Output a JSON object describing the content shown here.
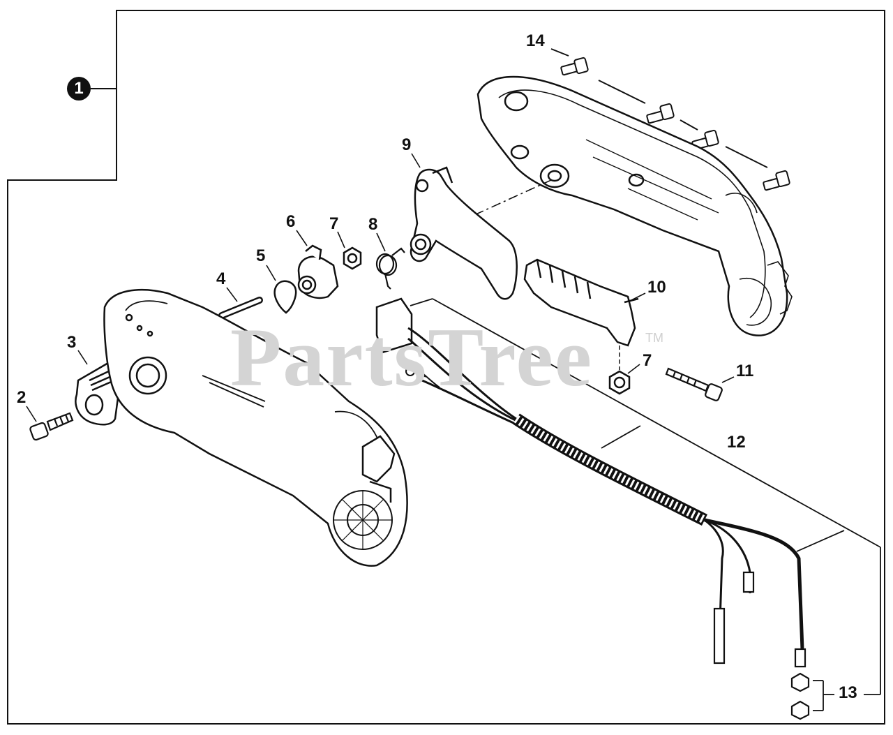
{
  "diagram": {
    "group_badge": "1",
    "watermark": "PartsTree",
    "trademark": "TM",
    "callouts": {
      "c2": "2",
      "c3": "3",
      "c4": "4",
      "c5": "5",
      "c6": "6",
      "c7a": "7",
      "c7b": "7",
      "c8": "8",
      "c9": "9",
      "c10": "10",
      "c11": "11",
      "c12": "12",
      "c13": "13",
      "c14": "14"
    }
  }
}
